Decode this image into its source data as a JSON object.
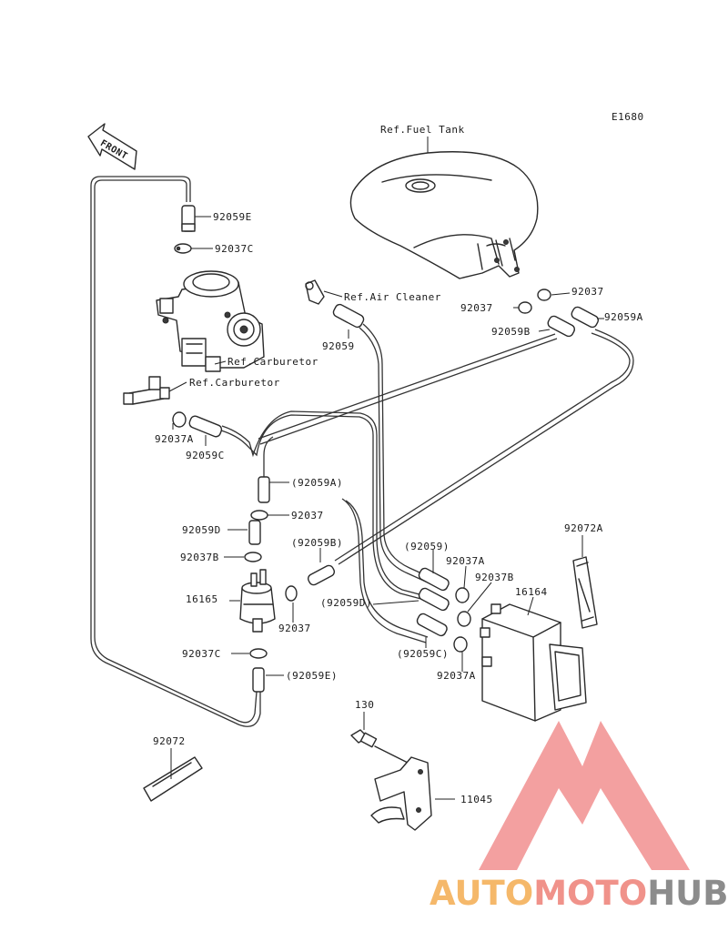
{
  "diagram": {
    "code": "E1680",
    "front_label": "FRONT",
    "ref_fuel_tank": "Ref.Fuel Tank",
    "ref_air_cleaner": "Ref.Air Cleaner",
    "ref_carburetor_1": "Ref.Carburetor",
    "ref_carburetor_2": "Ref.Carburetor",
    "parts": {
      "p92059E_top": "92059E",
      "p92037C_top": "92037C",
      "p92037A_left": "92037A",
      "p92059C_left": "92059C",
      "p92059_mid": "92059",
      "p92037_right_a": "92037",
      "p92037_right_b": "92037",
      "p92059B_right": "92059B",
      "p92059A_right": "92059A",
      "p92059A_paren": "(92059A)",
      "p92037_center": "92037",
      "p92059D_left": "92059D",
      "p92037B_left": "92037B",
      "p92059B_paren": "(92059B)",
      "p16165": "16165",
      "p92037_low": "92037",
      "p92037C_low": "92037C",
      "p92059E_paren": "(92059E)",
      "p92059_paren": "(92059)",
      "p92037A_r1": "92037A",
      "p92037B_r": "92037B",
      "p92059D_paren": "(92059D)",
      "p92059C_paren": "(92059C)",
      "p92037A_r2": "92037A",
      "p16164": "16164",
      "p92072A": "92072A",
      "p130": "130",
      "p92072": "92072",
      "p11045": "11045"
    },
    "watermark": {
      "auto": "AUTO",
      "moto": "MOTO",
      "hub": "HUB"
    }
  },
  "colors": {
    "line": "#2a2a2a",
    "wm_auto": "#f5b86a",
    "wm_moto": "#f0928a",
    "wm_hub": "#8c8c8c",
    "wm_triangle": "#ef8080"
  }
}
